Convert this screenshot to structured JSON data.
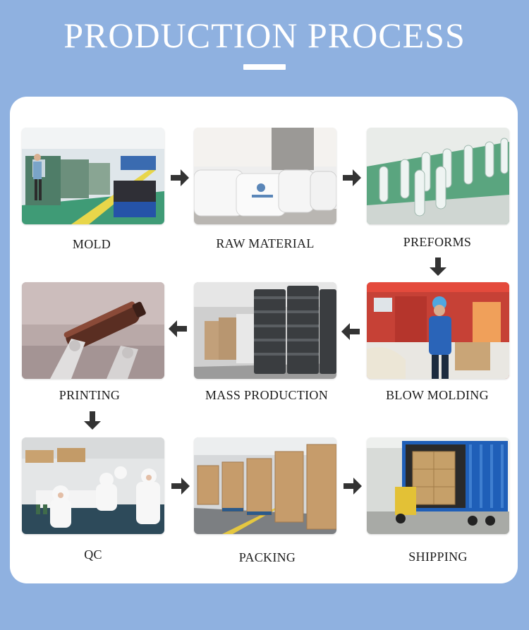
{
  "header": {
    "title": "PRODUCTION PROCESS"
  },
  "steps": [
    {
      "label": "MOLD"
    },
    {
      "label": "RAW MATERIAL"
    },
    {
      "label": "PREFORMS"
    },
    {
      "label": "BLOW MOLDING"
    },
    {
      "label": "MASS PRODUCTION"
    },
    {
      "label": "PRINTING"
    },
    {
      "label": "QC"
    },
    {
      "label": "PACKING"
    },
    {
      "label": "SHIPPING"
    }
  ],
  "colors": {
    "background": "#8fb1e0",
    "panel": "#ffffff",
    "arrow": "#333333"
  }
}
